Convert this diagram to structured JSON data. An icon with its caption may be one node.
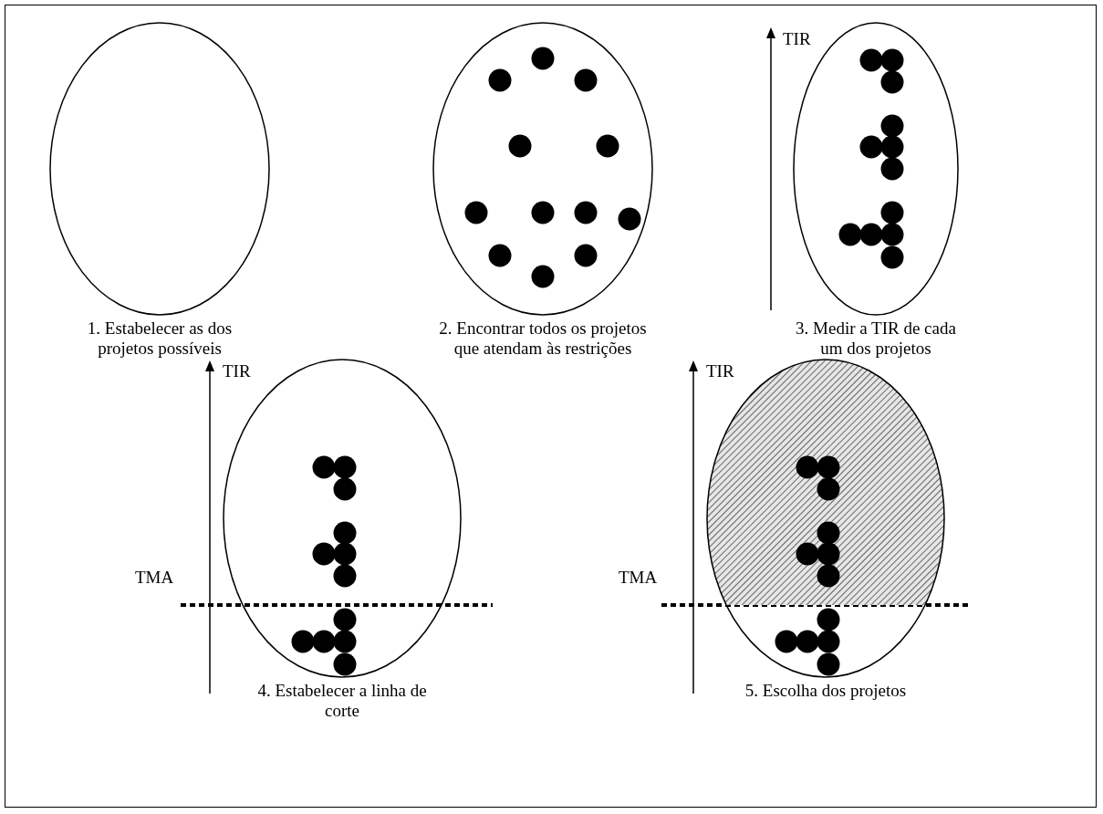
{
  "diagram": {
    "nodes": [
      {
        "text": [
          "1. Estabelecer as dos projetos possíveis"
        ]
      },
      {
        "text": [
          "2. Encontrar todos os projetos que atendam às restrições"
        ]
      },
      {
        "text": [
          "3. Medir a TIR de cada um dos projetos"
        ]
      },
      {
        "text": [
          "4. Estabelecer a linha de corte"
        ]
      },
      {
        "text": [
          "5. Escolha dos projetos"
        ]
      }
    ],
    "edges": [],
    "labels": [
      "TIR",
      "TIR",
      "TIR",
      "TMA",
      "TMA"
    ]
  }
}
